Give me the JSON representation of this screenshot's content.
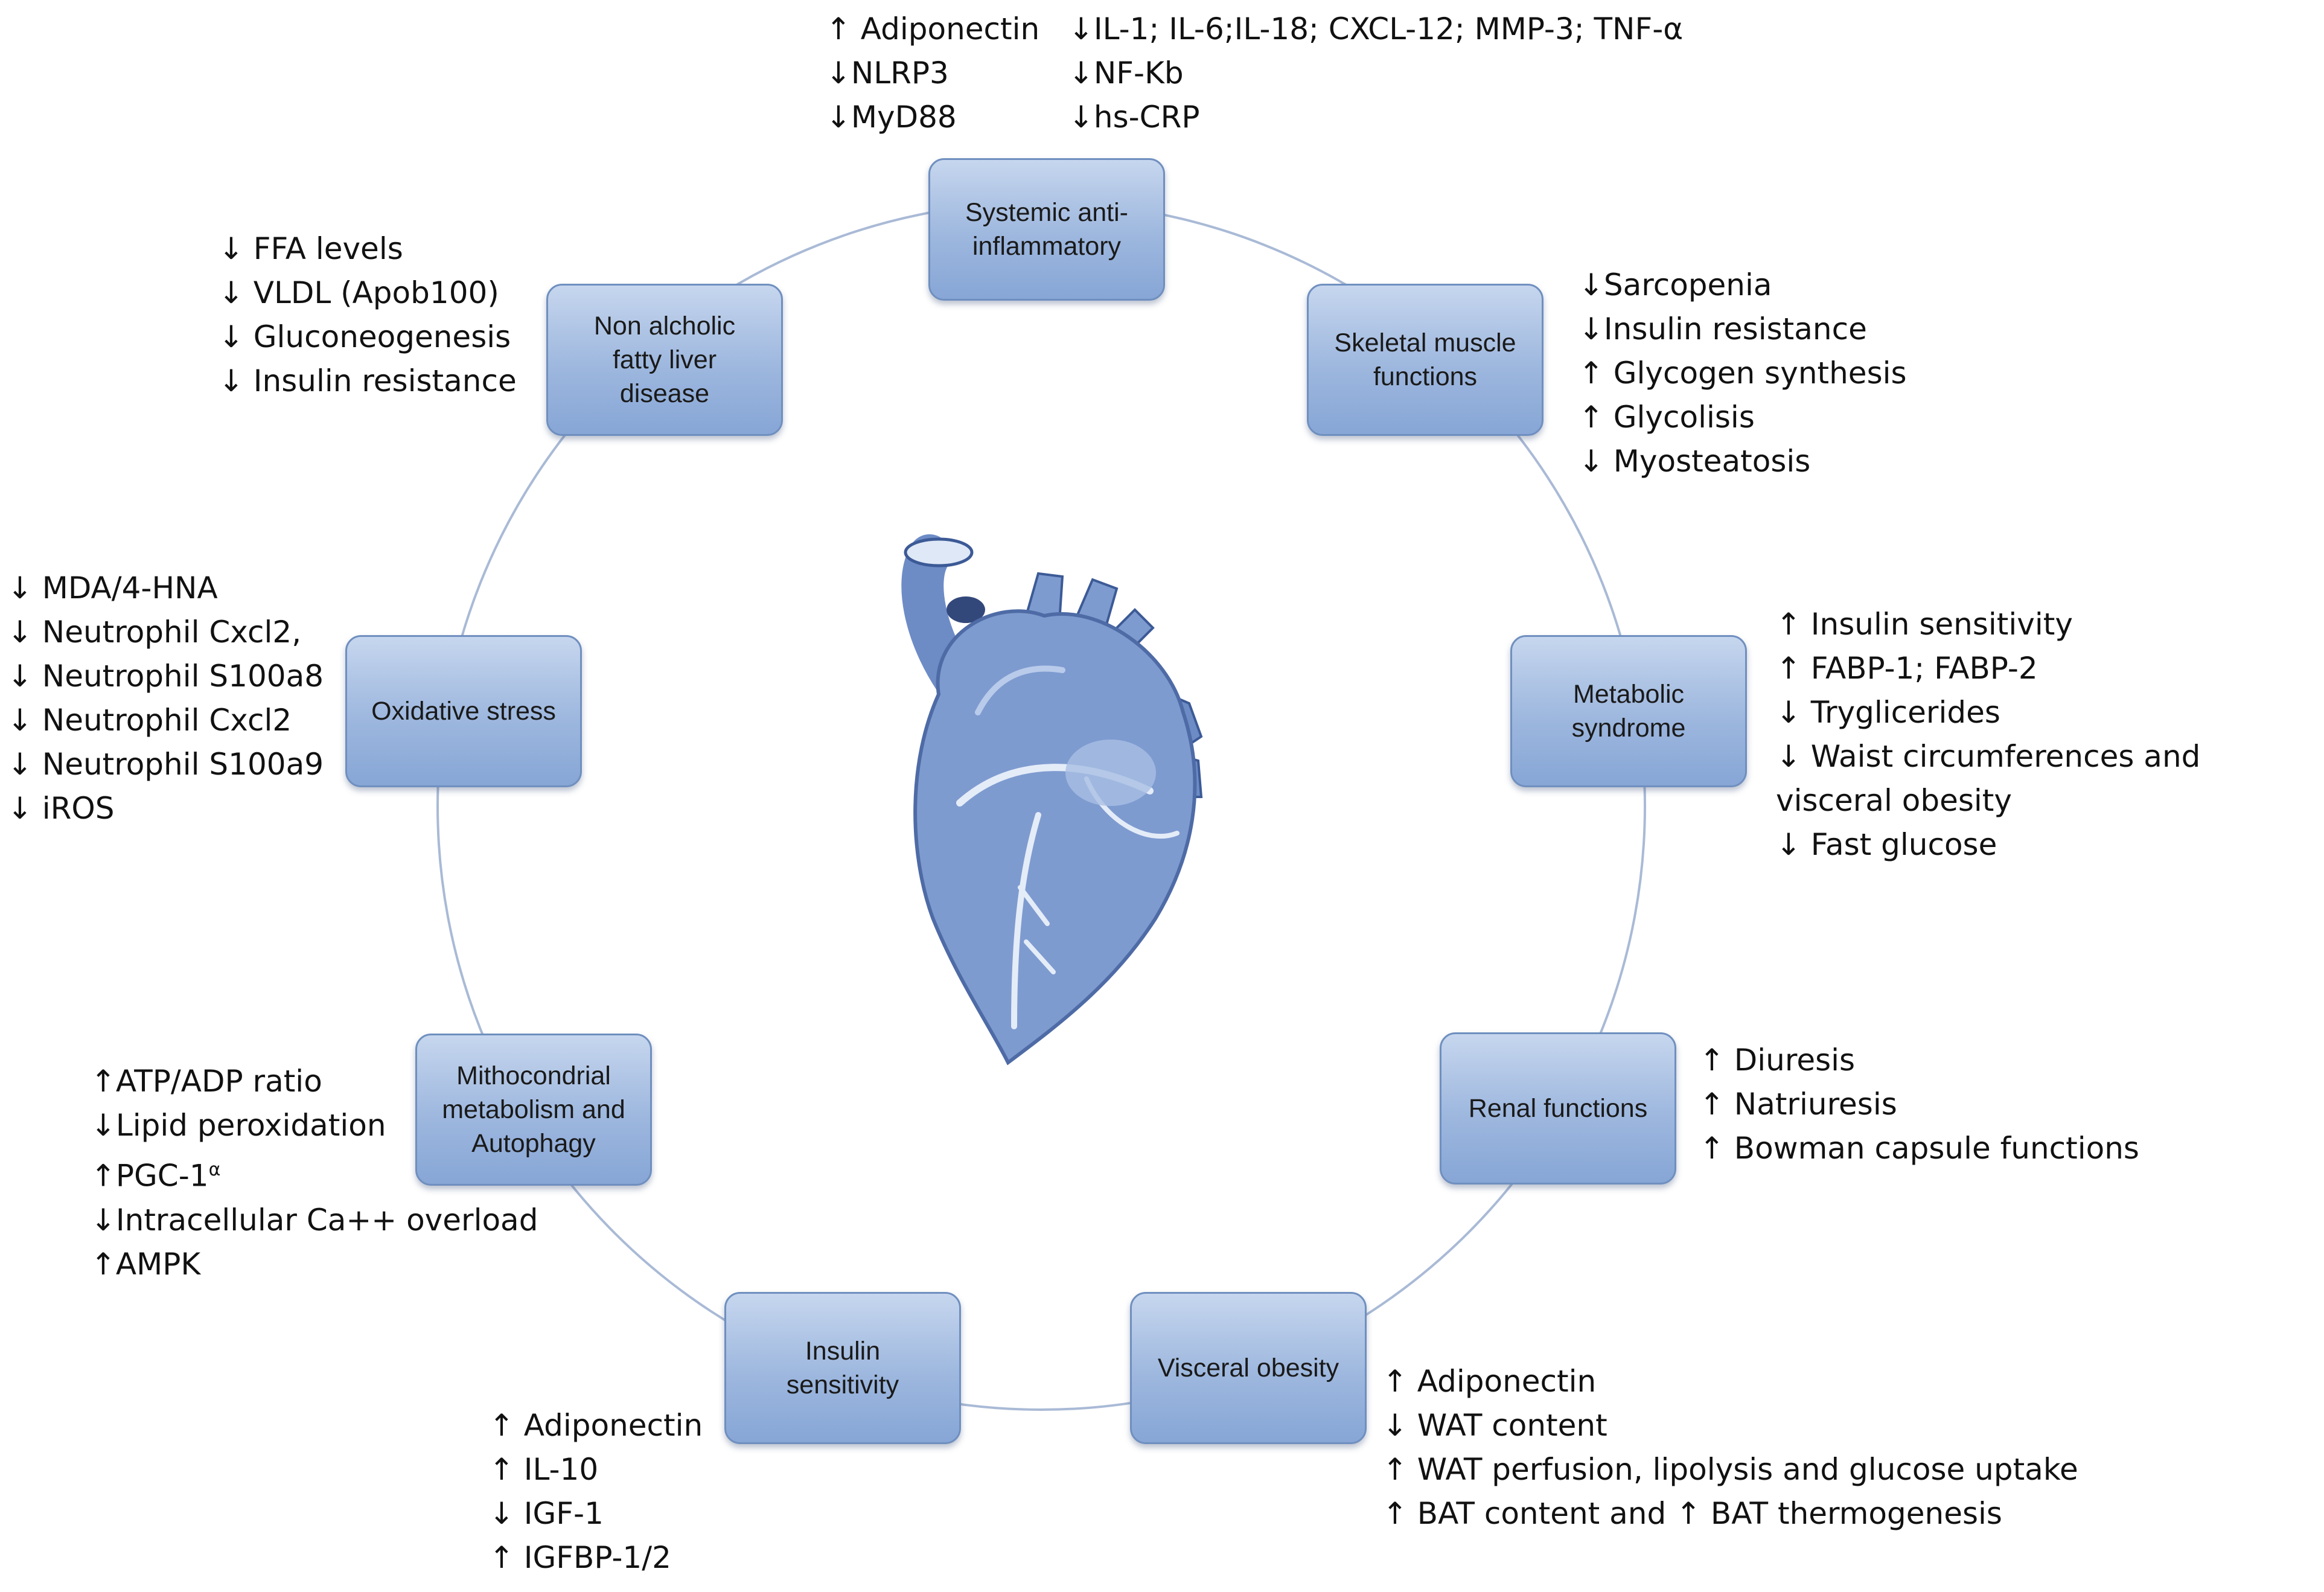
{
  "colors": {
    "node_fill_top": "#c6d6ee",
    "node_fill_bottom": "#87a6d6",
    "node_border": "#6f8fbf",
    "circle_line": "#a9bad6",
    "heart_main": "#7e9bd0",
    "heart_dark": "#3c5a96"
  },
  "center_icon": "anatomical-heart-icon",
  "nodes": {
    "systemic": {
      "label": "Systemic anti-\ninflammatory",
      "effects_left": [
        "↑ Adiponectin",
        "↓NLRP3",
        "↓MyD88"
      ],
      "effects_right": [
        "↓IL-1; IL-6;IL-18; CXCL-12; MMP-3; TNF-α",
        "↓NF-Kb",
        "↓hs-CRP"
      ]
    },
    "skeletal": {
      "label": "Skeletal muscle\nfunctions",
      "effects": [
        "↓Sarcopenia",
        "↓Insulin resistance",
        "↑ Glycogen synthesis",
        "↑ Glycolisis",
        "↓ Myosteatosis"
      ]
    },
    "metabolic": {
      "label": "Metabolic\nsyndrome",
      "effects": [
        "↑ Insulin sensitivity",
        "↑ FABP-1; FABP-2",
        "↓ Tryglicerides",
        "↓ Waist circumferences and visceral obesity",
        "↓ Fast glucose"
      ]
    },
    "renal": {
      "label": "Renal functions",
      "effects": [
        "↑ Diuresis",
        "↑ Natriuresis",
        "↑ Bowman capsule functions"
      ]
    },
    "visceral": {
      "label": "Visceral obesity",
      "effects": [
        "↑ Adiponectin",
        "↓ WAT content",
        "↑ WAT perfusion, lipolysis and glucose uptake",
        "↑ BAT content and ↑ BAT thermogenesis"
      ]
    },
    "insulin": {
      "label": "Insulin\nsensitivity",
      "effects": [
        "↑ Adiponectin",
        "↑ IL-10",
        "↓ IGF-1",
        "↑ IGFBP-1/2"
      ]
    },
    "mito": {
      "label": "Mithocondrial\nmetabolism and\nAutophagy",
      "effects": [
        "↑ATP/ADP ratio",
        "↓Lipid peroxidation",
        "↑PGC-1",
        "↓Intracellular Ca++ overload",
        "↑AMPK"
      ],
      "pgc_superscript": "α"
    },
    "oxidative": {
      "label": "Oxidative stress",
      "effects": [
        "↓ MDA/4-HNA",
        "↓ Neutrophil Cxcl2,",
        "↓ Neutrophil S100a8",
        "↓  Neutrophil Cxcl2",
        "↓ Neutrophil S100a9",
        "↓ iROS"
      ]
    },
    "nafld": {
      "label": "Non alcholic\nfatty liver\ndisease",
      "effects": [
        "↓ FFA levels",
        "↓ VLDL (Apob100)",
        "↓ Gluconeogenesis",
        "↓ Insulin resistance"
      ]
    }
  }
}
